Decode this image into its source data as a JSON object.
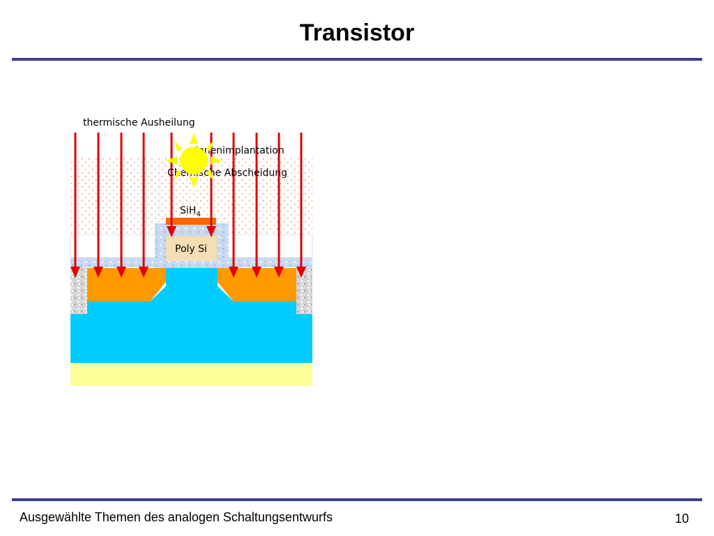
{
  "slide": {
    "title": "Transistor",
    "footer": "Ausgewählte Themen des analogen Schaltungsentwurfs",
    "page_number": "10"
  },
  "diagram": {
    "label_anneal": "thermische Ausheilung",
    "label_implant": "Ionenimplantation",
    "label_cvd": "Chemische Abscheidung",
    "label_gas_base": "SiH",
    "label_gas_sub": "4",
    "label_gate": "Poly Si",
    "icons": [
      "sun-icon",
      "arrow-down-icon"
    ],
    "colors": {
      "rule": "#3a3f8f",
      "arrow": "#e00000",
      "substrate_well": "#00ccff",
      "source_drain": "#ff9900",
      "bottom_layer": "#ffff99",
      "gate": "#f5deb3",
      "sun": "#ffff00",
      "orange_cap": "#ff6600"
    }
  }
}
